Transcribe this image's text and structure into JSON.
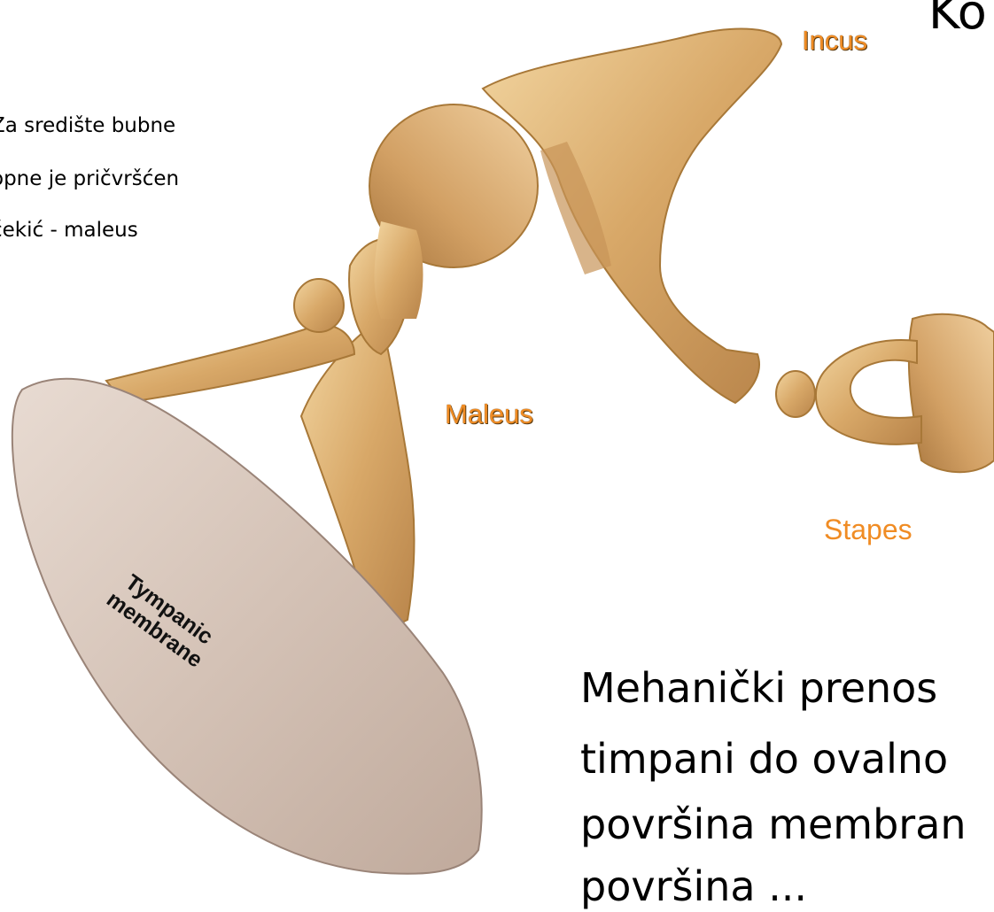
{
  "title_fragment": "Ko",
  "note_lines": [
    "Za središte bubne",
    "opne je pričvršćen",
    "čekić  - maleus"
  ],
  "labels": {
    "incus": "Incus",
    "maleus": "Maleus",
    "stapes": "Stapes"
  },
  "tympanic_label": {
    "line1": "Tympanic",
    "line2": "membrane"
  },
  "body_lines": [
    "Mehanički prenos",
    "timpani do ovalno",
    "površina membran",
    "površina ..."
  ],
  "colors": {
    "label_orange": "#f08c24",
    "bone": "#d8a868",
    "bone_dark": "#a87838",
    "membrane": "#dcc8bc"
  }
}
